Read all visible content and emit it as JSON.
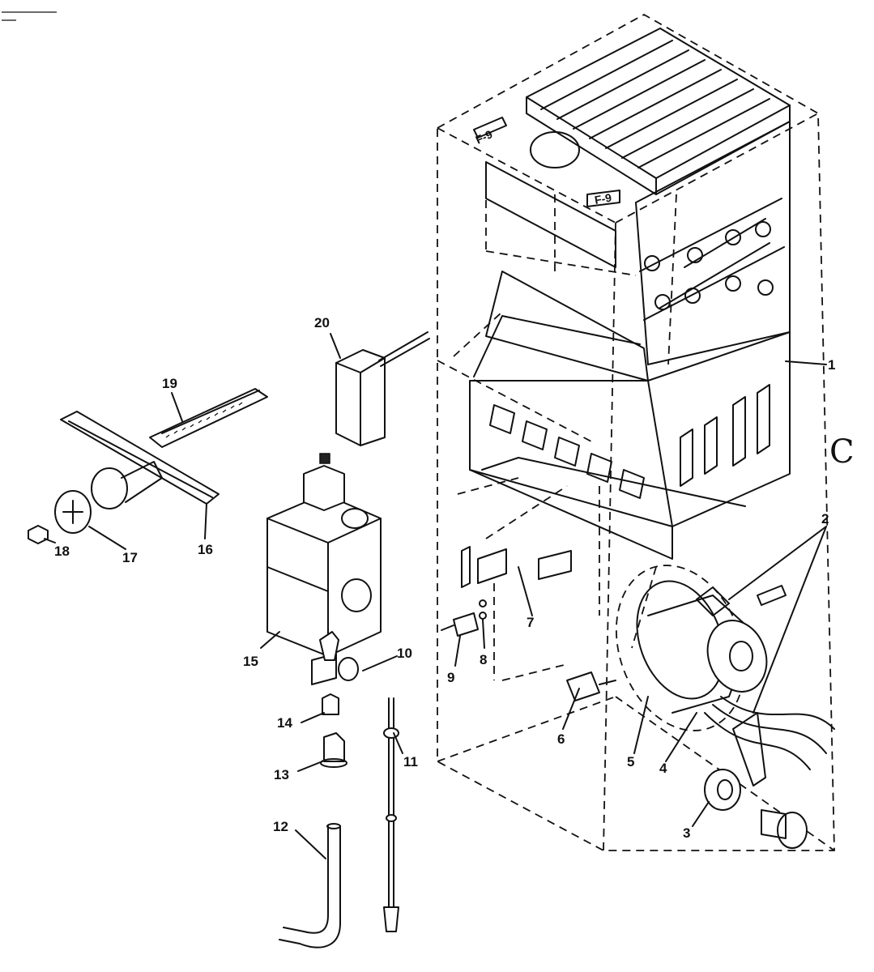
{
  "diagram": {
    "callouts": [
      "1",
      "2",
      "3",
      "4",
      "5",
      "6",
      "7",
      "8",
      "9",
      "10",
      "11",
      "12",
      "13",
      "14",
      "15",
      "16",
      "17",
      "18",
      "19",
      "20"
    ],
    "edge_mark": "C"
  }
}
